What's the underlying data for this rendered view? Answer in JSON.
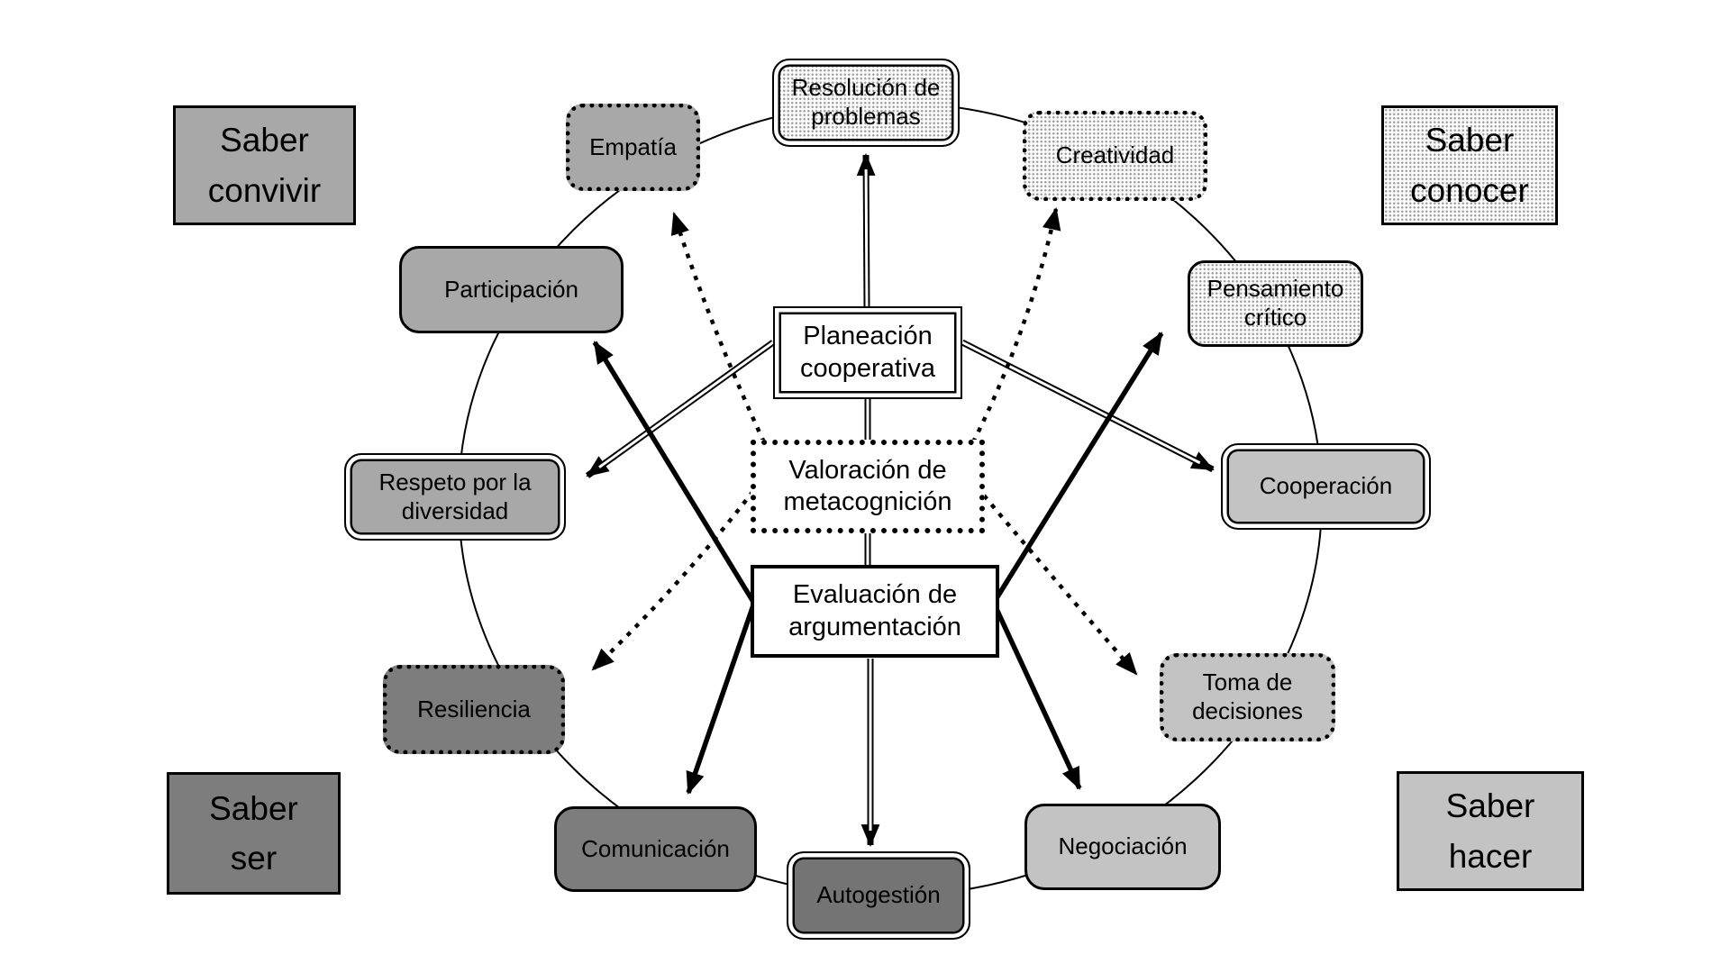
{
  "corners": {
    "convivir": {
      "label": "Saber convivir"
    },
    "conocer": {
      "label": "Saber conocer"
    },
    "ser": {
      "label": "Saber ser"
    },
    "hacer": {
      "label": "Saber hacer"
    }
  },
  "center": {
    "planeacion": {
      "label": "Planeación cooperativa"
    },
    "valoracion": {
      "label": "Valoración de metacognición"
    },
    "evaluacion": {
      "label": "Evaluación de argumentación"
    }
  },
  "ring": [
    {
      "id": "resolucion",
      "label": "Resolución de problemas"
    },
    {
      "id": "creatividad",
      "label": "Creatividad"
    },
    {
      "id": "pensamiento",
      "label": "Pensamiento crítico"
    },
    {
      "id": "cooperacion",
      "label": "Cooperación"
    },
    {
      "id": "toma",
      "label": "Toma de decisiones"
    },
    {
      "id": "negociacion",
      "label": "Negociación"
    },
    {
      "id": "autogestion",
      "label": "Autogestión"
    },
    {
      "id": "comunicacion",
      "label": "Comunicación"
    },
    {
      "id": "resiliencia",
      "label": "Resiliencia"
    },
    {
      "id": "respeto",
      "label": "Respeto por la diversidad"
    },
    {
      "id": "participacion",
      "label": "Participación"
    },
    {
      "id": "empatia",
      "label": "Empatía"
    }
  ],
  "colors": {
    "medium_gray": "#a8a8a8",
    "light_gray": "#c3c3c3",
    "dark_gray": "#7d7d7d",
    "darker_gray": "#747474",
    "pattern_fill_base": "#fbfbfb",
    "line": "#000000",
    "background": "#ffffff"
  }
}
